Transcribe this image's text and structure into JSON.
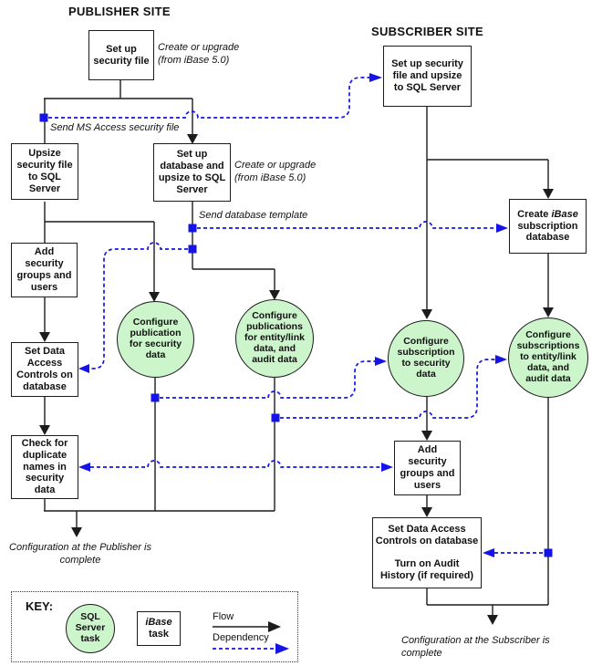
{
  "colors": {
    "dependency_blue": "#1414e8",
    "flow_line": "#1c1c1c",
    "sql_task_green": "#ccf5cb",
    "box_background": "#ffffff"
  },
  "publisher": {
    "heading": "PUBLISHER SITE",
    "boxes": {
      "setup_security_file": "Set up\nsecurity file",
      "upsize_security_file": "Upsize\nsecurity file\nto SQL\nServer",
      "setup_database": "Set up\ndatabase and\nupsize to SQL\nServer",
      "add_security_groups": "Add\nsecurity\ngroups and\nusers",
      "set_data_access": "Set Data\nAccess\nControls on\ndatabase",
      "check_duplicates": "Check for\nduplicate\nnames in\nsecurity\ndata"
    },
    "circles": {
      "configure_publication_security": "Configure\npublication\nfor security\ndata",
      "configure_publications_entity": "Configure\npublications\nfor entity/link\ndata, and\naudit data"
    },
    "complete_note": "Configuration at the Publisher is\ncomplete"
  },
  "subscriber": {
    "heading": "SUBSCRIBER SITE",
    "boxes": {
      "setup_security_upsize": "Set up security\nfile and upsize\nto SQL Server",
      "create_subscription_db": {
        "pre": "Create ",
        "italic": "iBase",
        "post": "\nsubscription\ndatabase"
      },
      "add_security_groups": "Add\nsecurity\ngroups and\nusers",
      "set_data_access_audit": "Set Data Access\nControls on database\n\nTurn on Audit\nHistory (if required)"
    },
    "circles": {
      "configure_subscription_security": "Configure\nsubscription\nto security\ndata",
      "configure_subscriptions_entity": "Configure\nsubscriptions\nto entity/link\ndata, and\naudit data"
    },
    "complete_note": "Configuration at the Subscriber is complete"
  },
  "annotations": {
    "create_or_upgrade_top": "Create or upgrade\n(from iBase 5.0)",
    "create_or_upgrade_mid": "Create or upgrade\n(from iBase 5.0)",
    "send_ms_access": "Send MS Access security file",
    "send_db_template": "Send database template"
  },
  "key": {
    "title": "KEY:",
    "sql_task": "SQL\nServer\ntask",
    "ibase_task": {
      "italic": "iBase",
      "post": "\ntask"
    },
    "flow_label": "Flow",
    "dependency_label": "Dependency"
  }
}
